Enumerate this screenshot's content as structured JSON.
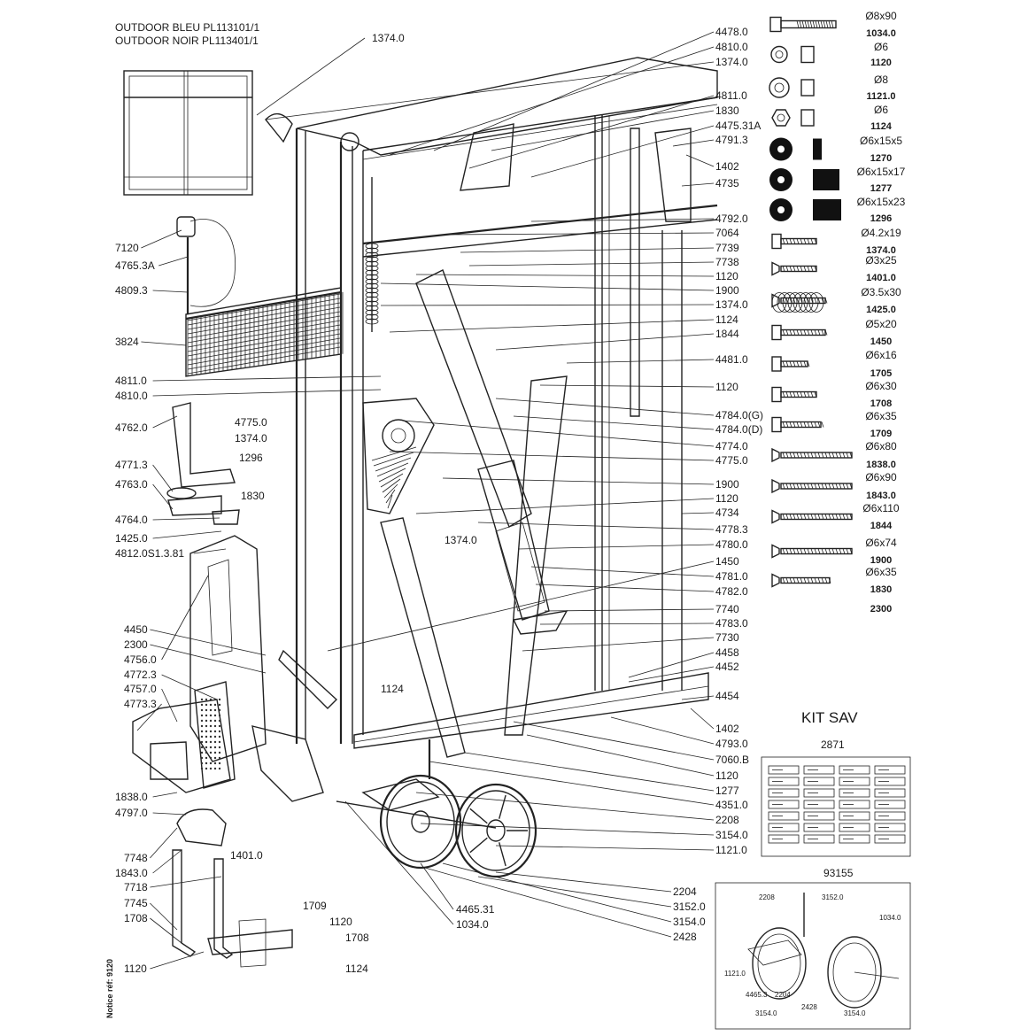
{
  "header": {
    "line1": "OUTDOOR  BLEU  PL113101/1",
    "line2": "OUTDOOR  NOIR  PL113401/1"
  },
  "right_labels": [
    "4478.0",
    "4810.0",
    "1374.0",
    "4811.0",
    "1830",
    "4475.31A",
    "4791.3",
    "1402",
    "4735",
    "4792.0",
    "7064",
    "7739",
    "7738",
    "1120",
    "1900",
    "1374.0",
    "1124",
    "1844",
    "4481.0",
    "1120",
    "4784.0(G)",
    "4784.0(D)",
    "4774.0",
    "4775.0",
    "1900",
    "1120",
    "4734",
    "4778.3",
    "4780.0",
    "1450",
    "4781.0",
    "4782.0",
    "7740",
    "4783.0",
    "7730",
    "4458",
    "4452",
    "4454",
    "1402",
    "4793.0",
    "7060.B",
    "1120",
    "1277",
    "4351.0",
    "2208",
    "3154.0",
    "1121.0"
  ],
  "left_labels": [
    "7120",
    "4765.3A",
    "4809.3",
    "3824",
    "4811.0",
    "4810.0",
    "4762.0",
    "4771.3",
    "4763.0",
    "4764.0",
    "1425.0",
    "4812.0S1.3.81",
    "4450",
    "2300",
    "4756.0",
    "4772.3",
    "4757.0",
    "4773.3",
    "1838.0",
    "4797.0",
    "7748",
    "1843.0",
    "7718",
    "7745",
    "1708",
    "1120"
  ],
  "inner_labels": {
    "top_1374": "1374.0",
    "l_4775": "4775.0",
    "l_1374b": "1374.0",
    "l_1296": "1296",
    "l_1830": "1830",
    "l_1374c": "1374.0",
    "l_1124": "1124",
    "l_1401": "1401.0",
    "l_1709": "1709",
    "l_1120b": "1120",
    "l_1708b": "1708",
    "l_1124b": "1124"
  },
  "bottom_labels": [
    "2204",
    "3152.0",
    "3154.0",
    "2428"
  ],
  "bottom_left_labels": [
    "4465.31",
    "1034.0"
  ],
  "hardware": [
    {
      "dim": "Ø8x90",
      "ref": "1034.0"
    },
    {
      "dim": "Ø6",
      "ref": "1120"
    },
    {
      "dim": "Ø8",
      "ref": "1121.0"
    },
    {
      "dim": "Ø6",
      "ref": "1124"
    },
    {
      "dim": "Ø6x15x5",
      "ref": "1270"
    },
    {
      "dim": "Ø6x15x17",
      "ref": "1277"
    },
    {
      "dim": "Ø6x15x23",
      "ref": "1296"
    },
    {
      "dim": "Ø4.2x19",
      "ref": "1374.0"
    },
    {
      "dim": "Ø3x25",
      "ref": "1401.0"
    },
    {
      "dim": "Ø3.5x30",
      "ref": "1425.0"
    },
    {
      "dim": "Ø5x20",
      "ref": "1450"
    },
    {
      "dim": "Ø6x16",
      "ref": "1705"
    },
    {
      "dim": "Ø6x30",
      "ref": "1708"
    },
    {
      "dim": "Ø6x35",
      "ref": "1709"
    },
    {
      "dim": "Ø6x80",
      "ref": "1838.0"
    },
    {
      "dim": "Ø6x90",
      "ref": "1843.0"
    },
    {
      "dim": "Ø6x110",
      "ref": "1844"
    },
    {
      "dim": "Ø6x74",
      "ref": "1900"
    },
    {
      "dim": "Ø6x35",
      "ref": "1830"
    },
    {
      "dim": "",
      "ref": "2300"
    }
  ],
  "kit": {
    "title": "KIT SAV",
    "ref": "2871",
    "sub_ref": "93155",
    "inset_labels": [
      "2208",
      "3152.0",
      "1034.0",
      "1121.0",
      "4465.3",
      "2204",
      "3154.0",
      "2428",
      "3154.0"
    ]
  },
  "footer": {
    "notice": "Notice réf: 9120"
  }
}
